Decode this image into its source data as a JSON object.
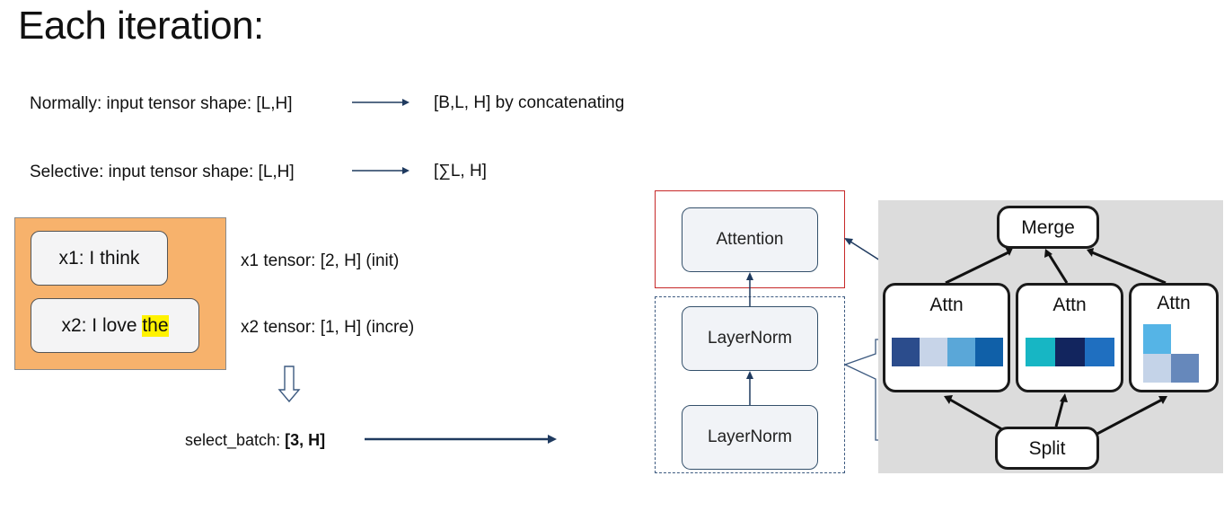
{
  "title": "Each iteration:",
  "rows": {
    "normal_label": "Normally:  input tensor shape: [L,H]",
    "normal_result": "[B,L, H] by concatenating",
    "selective_label": "Selective:  input tensor shape: [L,H]",
    "selective_result": "[∑L, H]"
  },
  "sequences": {
    "x1": "x1: I think",
    "x2_prefix": "x2: I love ",
    "x2_highlight": "the"
  },
  "tensors": {
    "x1": "x1 tensor: [2, H] (init)",
    "x2": "x2 tensor: [1, H] (incre)"
  },
  "select_batch": {
    "label": "select_batch: ",
    "value": "[3, H]"
  },
  "layers": {
    "attention": "Attention",
    "layernorm_top": "LayerNorm",
    "layernorm_bottom": "LayerNorm"
  },
  "photo": {
    "merge": "Merge",
    "attn1": "Attn",
    "attn2": "Attn",
    "attn3": "Attn",
    "split": "Split"
  },
  "colors": {
    "orange_panel": "#f7b26c",
    "highlight": "#fff200",
    "red_box": "#c62828",
    "arrow_navy": "#1f3a5f"
  }
}
